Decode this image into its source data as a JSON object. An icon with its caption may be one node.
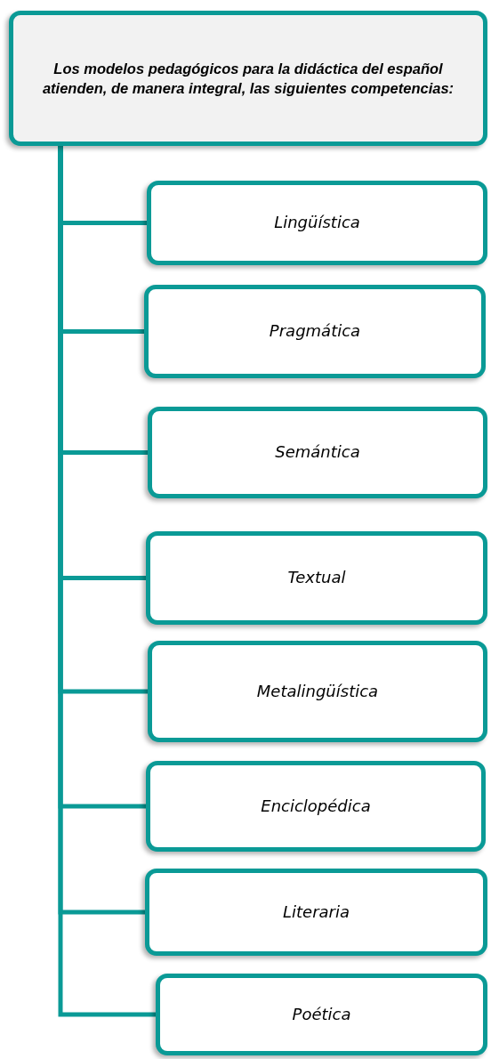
{
  "diagram": {
    "nodes": [
      {
        "text": [
          "Los modelos pedagógicos para la didáctica del español atienden, de manera integral, las siguientes competencias:"
        ]
      },
      {
        "text": [
          "Lingüística"
        ]
      },
      {
        "text": [
          "Pragmática"
        ]
      },
      {
        "text": [
          "Semántica"
        ]
      },
      {
        "text": [
          "Textual"
        ]
      },
      {
        "text": [
          "Metalingüística"
        ]
      },
      {
        "text": [
          "Enciclopédica"
        ]
      },
      {
        "text": [
          "Literaria"
        ]
      },
      {
        "text": [
          "Poética"
        ]
      }
    ],
    "edges": [
      {
        "from": 0,
        "to": 1,
        "arrow": "none"
      },
      {
        "from": 0,
        "to": 2,
        "arrow": "none"
      },
      {
        "from": 0,
        "to": 3,
        "arrow": "none"
      },
      {
        "from": 0,
        "to": 4,
        "arrow": "none"
      },
      {
        "from": 0,
        "to": 5,
        "arrow": "none"
      },
      {
        "from": 0,
        "to": 6,
        "arrow": "none"
      },
      {
        "from": 0,
        "to": 7,
        "arrow": "none"
      },
      {
        "from": 0,
        "to": 8,
        "arrow": "none"
      }
    ]
  }
}
